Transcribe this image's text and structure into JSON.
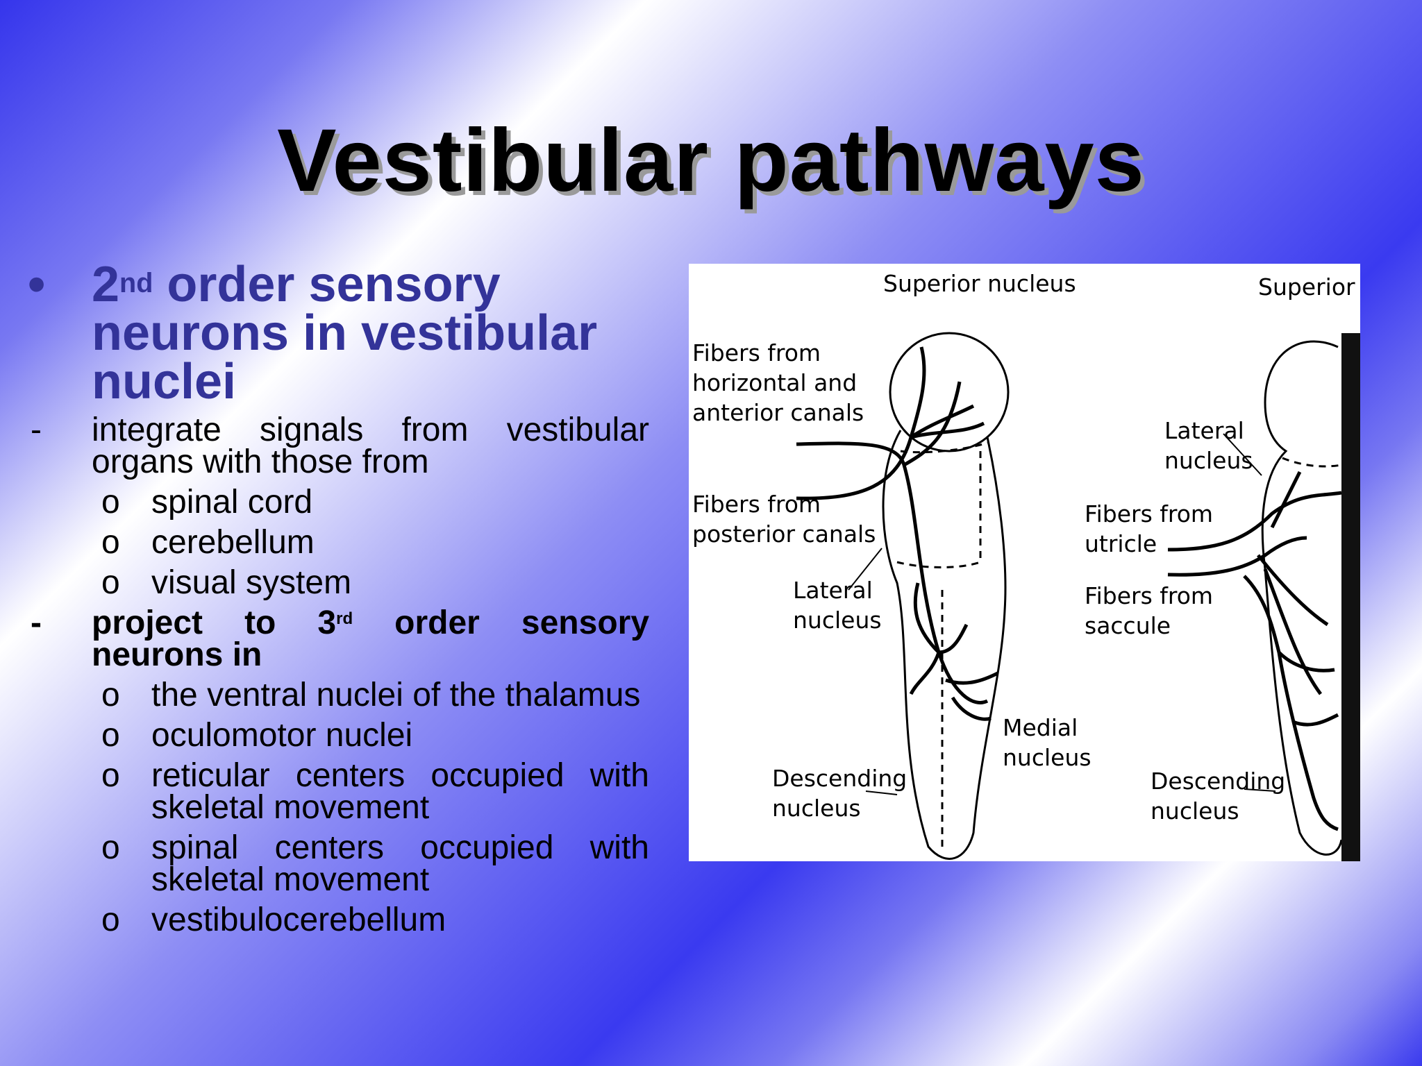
{
  "slide": {
    "title": "Vestibular pathways",
    "main_bullet": {
      "marker": "•",
      "prefix": "2",
      "superscript": "nd",
      "text": " order sensory neurons in vestibular nuclei"
    },
    "point1": {
      "marker": "-",
      "text": "integrate signals from vestibular organs with those from",
      "items": [
        {
          "marker": "o",
          "text": "spinal cord"
        },
        {
          "marker": "o",
          "text": "cerebellum"
        },
        {
          "marker": "o",
          "text": "visual system"
        }
      ]
    },
    "point2": {
      "marker": "-",
      "prefix": "project to 3",
      "superscript": "rd",
      "text": " order sensory neurons in",
      "items": [
        {
          "marker": "o",
          "text": "the ventral nuclei of the thalamus"
        },
        {
          "marker": "o",
          "text": "oculomotor nuclei"
        },
        {
          "marker": "o",
          "text": "reticular centers occupied with skeletal movement"
        },
        {
          "marker": "o",
          "text": "spinal centers occupied with skeletal movement"
        },
        {
          "marker": "o",
          "text": "vestibulocerebellum"
        }
      ]
    }
  },
  "figure": {
    "left_panel": {
      "top_label": "Superior nucleus",
      "fibers_horizontal_line1": "Fibers from",
      "fibers_horizontal_line2": "horizontal and",
      "fibers_horizontal_line3": "anterior canals",
      "fibers_posterior_line1": "Fibers from",
      "fibers_posterior_line2": "posterior canals",
      "lateral_line1": "Lateral",
      "lateral_line2": "nucleus",
      "medial_line1": "Medial",
      "medial_line2": "nucleus",
      "descending_line1": "Descending",
      "descending_line2": "nucleus"
    },
    "right_panel": {
      "top_label": "Superior nucl",
      "lateral_line1": "Lateral",
      "lateral_line2": "nucleus",
      "utricle_line1": "Fibers from",
      "utricle_line2": "utricle",
      "saccule_line1": "Fibers from",
      "saccule_line2": "saccule",
      "descending_line1": "Descending",
      "descending_line2": "nucleus"
    }
  }
}
